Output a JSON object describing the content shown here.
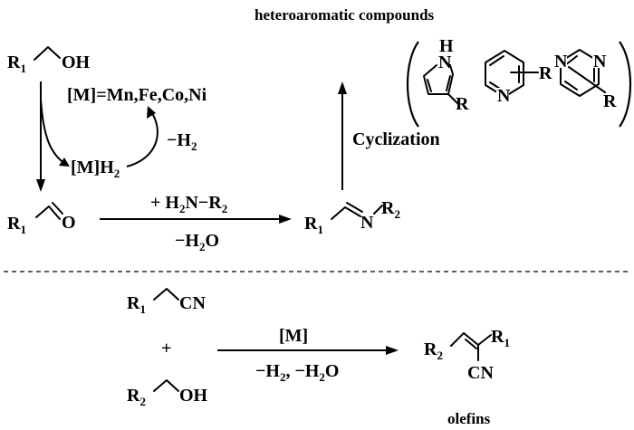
{
  "top_section": {
    "alcohol": {
      "r": "R",
      "r_sub": "1",
      "group": "OH"
    },
    "catalyst_text": "[M]=Mn,Fe,Co,Ni",
    "hydride": {
      "main": "[M]H",
      "sub": "2"
    },
    "h2_release": {
      "prefix": "−H",
      "sub": "2"
    },
    "aldehyde": {
      "r": "R",
      "r_sub": "1",
      "atom": "O"
    },
    "amine_reagent": {
      "prefix": "+ H",
      "sub1": "2",
      "mid": "N−R",
      "sub2": "2"
    },
    "water_loss": {
      "prefix": "−H",
      "sub": "2",
      "suffix": "O"
    },
    "imine": {
      "r1": "R",
      "r1_sub": "1",
      "n": "N",
      "r2": "R",
      "r2_sub": "2"
    },
    "cyclization_label": "Cyclization",
    "products_title": "heteroaromatic  compounds",
    "pyrrole": {
      "nh": "H",
      "n": "N",
      "r": "R"
    },
    "pyridine": {
      "n": "N",
      "r": "R"
    },
    "pyrimidine": {
      "n1": "N",
      "n2": "N",
      "r": "R"
    }
  },
  "bottom_section": {
    "nitrile": {
      "r": "R",
      "r_sub": "1",
      "group": "CN"
    },
    "plus": "+",
    "alcohol2": {
      "r": "R",
      "r_sub": "2",
      "group": "OH"
    },
    "catalyst": "[M]",
    "byproducts": {
      "a": "−H",
      "a_sub": "2",
      "b": ", −H",
      "b_sub": "2",
      "c": "O"
    },
    "olefin": {
      "r2": "R",
      "r2_sub": "2",
      "r1": "R",
      "r1_sub": "1",
      "cn": "CN"
    },
    "olefins_label": "olefins"
  }
}
